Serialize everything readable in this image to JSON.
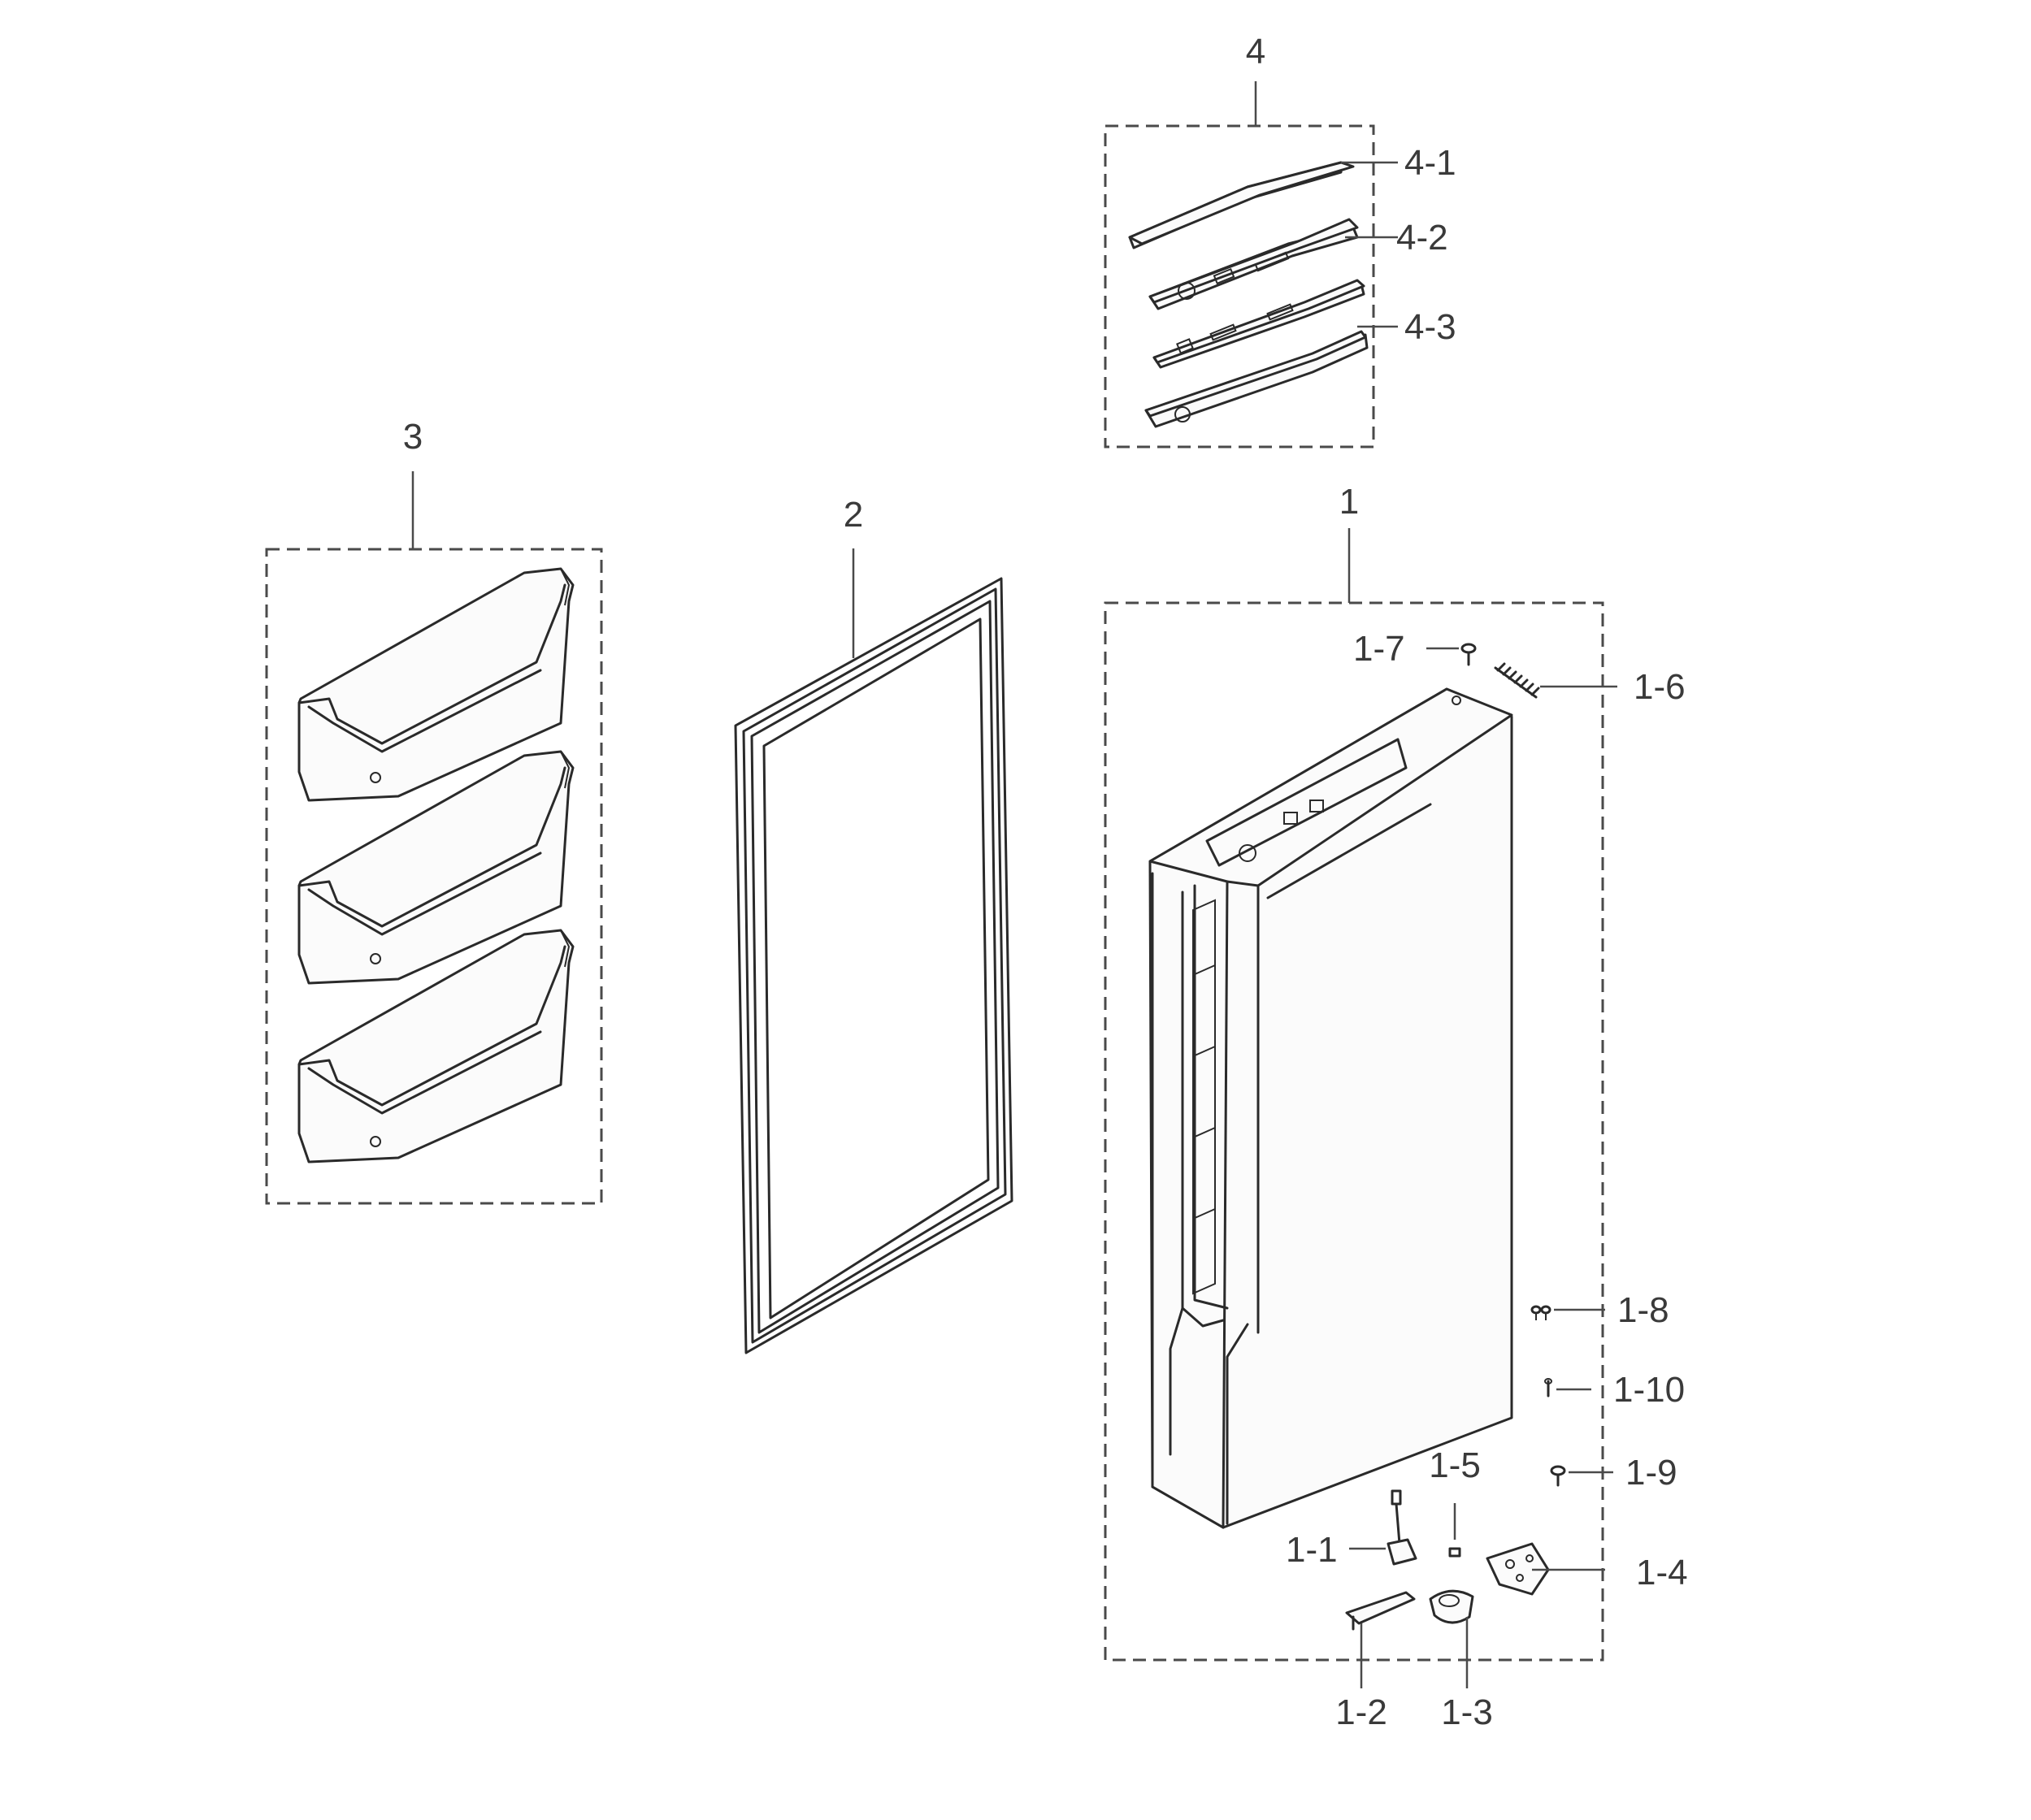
{
  "labels": {
    "l4": "4",
    "l4_1": "4-1",
    "l4_2": "4-2",
    "l4_3": "4-3",
    "l3": "3",
    "l2": "2",
    "l1": "1",
    "l1_7": "1-7",
    "l1_6": "1-6",
    "l1_8": "1-8",
    "l1_10": "1-10",
    "l1_5": "1-5",
    "l1_9": "1-9",
    "l1_1": "1-1",
    "l1_4": "1-4",
    "l1_2": "1-2",
    "l1_3": "1-3"
  }
}
